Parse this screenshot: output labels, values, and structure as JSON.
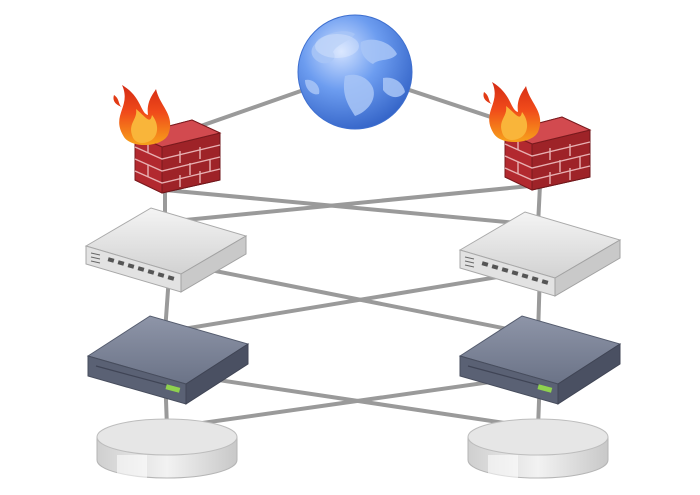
{
  "diagram": {
    "nodes": [
      {
        "id": "internet",
        "icon": "globe-icon"
      },
      {
        "id": "firewall-left",
        "icon": "firewall-icon"
      },
      {
        "id": "firewall-right",
        "icon": "firewall-icon"
      },
      {
        "id": "switch-left",
        "icon": "network-switch-icon"
      },
      {
        "id": "switch-right",
        "icon": "network-switch-icon"
      },
      {
        "id": "server-left",
        "icon": "server-icon"
      },
      {
        "id": "server-right",
        "icon": "server-icon"
      },
      {
        "id": "storage-left",
        "icon": "storage-disk-icon"
      },
      {
        "id": "storage-right",
        "icon": "storage-disk-icon"
      }
    ],
    "links": [
      [
        "internet",
        "firewall-left"
      ],
      [
        "internet",
        "firewall-right"
      ],
      [
        "firewall-left",
        "switch-left"
      ],
      [
        "firewall-left",
        "switch-right"
      ],
      [
        "firewall-right",
        "switch-left"
      ],
      [
        "firewall-right",
        "switch-right"
      ],
      [
        "switch-left",
        "server-left"
      ],
      [
        "switch-left",
        "server-right"
      ],
      [
        "switch-right",
        "server-left"
      ],
      [
        "switch-right",
        "server-right"
      ],
      [
        "server-left",
        "storage-left"
      ],
      [
        "server-left",
        "storage-right"
      ],
      [
        "server-right",
        "storage-left"
      ],
      [
        "server-right",
        "storage-right"
      ]
    ],
    "colors": {
      "link": "#9a9a9a",
      "globe": "#5b8ee6",
      "brick": "#b8292f",
      "flame": "#f04a1a",
      "switch": "#dcdcdc",
      "server": "#6b7387",
      "disk": "#e4e4e4"
    }
  }
}
